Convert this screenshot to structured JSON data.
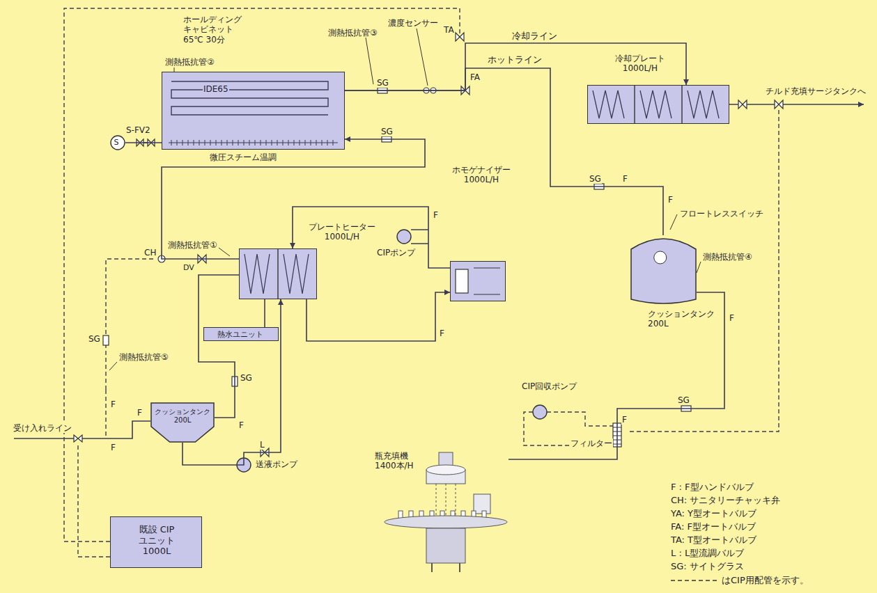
{
  "diagram": {
    "nodes": [
      {
        "text": [
          "ホールディング キャビネット 65℃ 30分",
          "IDE65",
          "微圧スチーム温調"
        ]
      },
      {
        "text": [
          "冷却プレート 1000L/H"
        ]
      },
      {
        "text": [
          "プレートヒーター 1000L/H"
        ]
      },
      {
        "text": [
          "ホモゲナイザー 1000L/H"
        ]
      },
      {
        "text": [
          "熱水ユニット"
        ]
      },
      {
        "text": [
          "クッションタンク 200L"
        ]
      },
      {
        "text": [
          "クッションタンク 200L"
        ]
      },
      {
        "text": [
          "既設 CIP ユニット 1000L"
        ]
      },
      {
        "text": [
          "瓶充填機 1400本/H"
        ]
      },
      {
        "text": [
          "S"
        ]
      }
    ],
    "edges": [
      {
        "from": 5,
        "to": 2,
        "arrow": "to"
      },
      {
        "from": 2,
        "to": 3,
        "arrow": "to"
      },
      {
        "from": 3,
        "to": 2,
        "arrow": "to"
      },
      {
        "from": 2,
        "to": 0,
        "arrow": "to"
      },
      {
        "from": 0,
        "to": 1,
        "label": "冷却ライン",
        "arrow": "to"
      },
      {
        "from": 0,
        "to": 6,
        "label": "ホットライン",
        "arrow": "none"
      },
      {
        "from": 6,
        "to": 8,
        "arrow": "none"
      },
      {
        "from": 4,
        "to": 2,
        "arrow": "none"
      },
      {
        "from": 2,
        "to": 5,
        "arrow": "none"
      },
      {
        "from": 9,
        "to": 0,
        "arrow": "none"
      }
    ],
    "labels": [
      "測熱抵抗管②",
      "測熱抵抗管③",
      "濃度センサー",
      "TA",
      "FA",
      "SG",
      "S-FV2",
      "SG",
      "測熱抵抗管①",
      "CH",
      "DV",
      "SG",
      "測熱抵抗管⑤",
      "F",
      "F",
      "SG",
      "F",
      "F",
      "L",
      "送液ポンプ",
      "CIPポンプ",
      "F",
      "F",
      "SG",
      "F",
      "F",
      "フロートレススイッチ",
      "測熱抵抗管④",
      "F",
      "SG",
      "F",
      "CIP回収ポンプ",
      "フィルター",
      "受け入れライン",
      "チルド充填サージタンクへ"
    ],
    "legend": [
      {
        "text": "F : F型ハンドバルブ"
      },
      {
        "text": "CH: サニタリーチャッキ弁"
      },
      {
        "text": "YA: Y型オートバルブ"
      },
      {
        "text": "FA: F型オートバルブ"
      },
      {
        "text": "TA: T型オートバルブ"
      },
      {
        "text": "L : L型流調バルブ"
      },
      {
        "text": "SG: サイトグラス"
      },
      {
        "text": "はCIP用配管を示す。"
      }
    ]
  }
}
